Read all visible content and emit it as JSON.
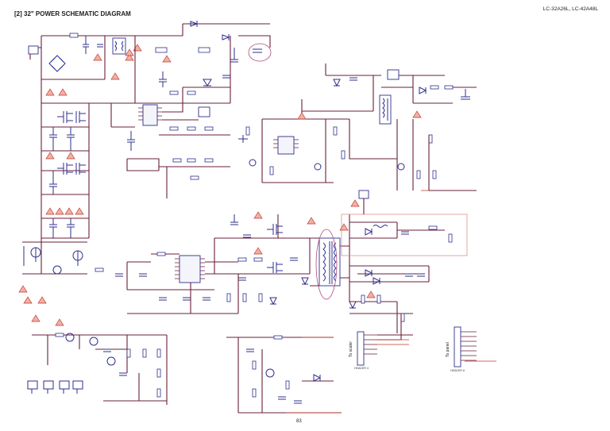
{
  "header": {
    "title": "[2] 32\" POWER SCHEMATIC DIAGRAM",
    "models": "LC-32A26L, LC-42A48L"
  },
  "footer": {
    "page": "83"
  },
  "connectors": {
    "scaler_label": "To scaler",
    "panel_label": "To panel",
    "scaler_ref": "HEADER 4",
    "panel_ref": "HEADER 6"
  },
  "colors": {
    "wire": "#6a1f3a",
    "component": "#2d2f8c",
    "caution": "#c0392b",
    "caution_fill": "#f1b0a6"
  }
}
